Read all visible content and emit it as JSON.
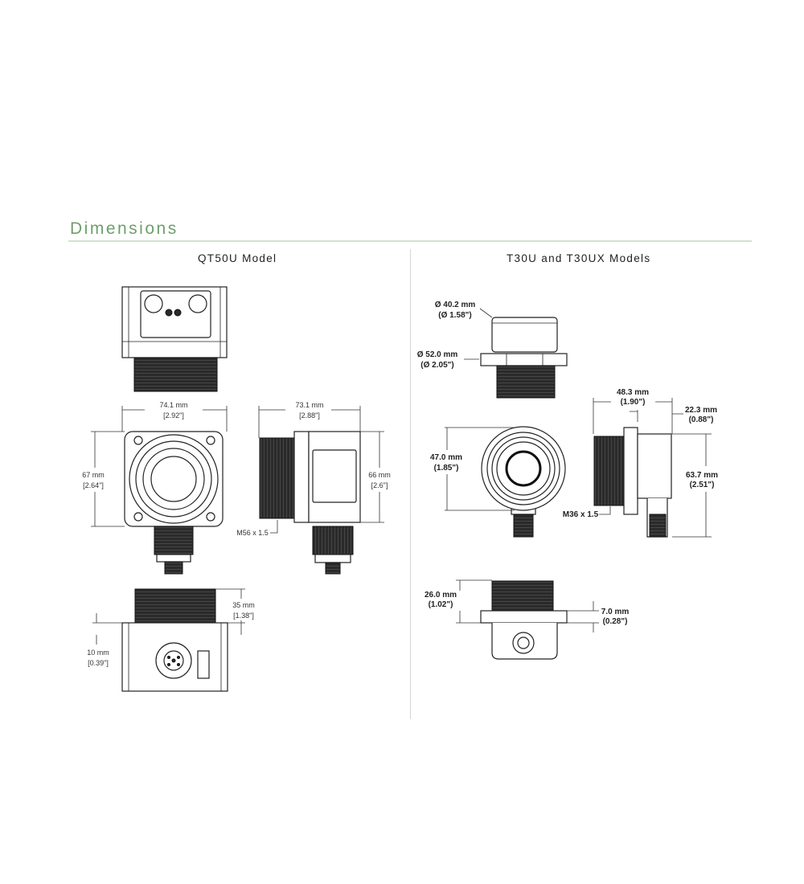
{
  "section_title": "Dimensions",
  "colors": {
    "accent": "#6e9f6e",
    "rule": "#cfe3cf"
  },
  "qt50u": {
    "title": "QT50U Model",
    "width": {
      "mm": "74.1 mm",
      "in": "[2.92\"]"
    },
    "height": {
      "mm": "67 mm",
      "in": "[2.64\"]"
    },
    "depth": {
      "mm": "73.1 mm",
      "in": "[2.88\"]"
    },
    "side_height": {
      "mm": "66 mm",
      "in": "[2.6\"]"
    },
    "thread": "M56 x 1.5",
    "thread_length": {
      "mm": "35 mm",
      "in": "[1.38\"]"
    },
    "flange": {
      "mm": "10 mm",
      "in": "[0.39\"]"
    }
  },
  "t30u": {
    "title": "T30U and T30UX Models",
    "cap_dia": {
      "mm": "Ø 40.2 mm",
      "in": "(Ø 1.58\")"
    },
    "flange_dia": {
      "mm": "Ø 52.0 mm",
      "in": "(Ø 2.05\")"
    },
    "length": {
      "mm": "48.3 mm",
      "in": "(1.90\")"
    },
    "body": {
      "mm": "22.3 mm",
      "in": "(0.88\")"
    },
    "front_height": {
      "mm": "47.0 mm",
      "in": "(1.85\")"
    },
    "side_height": {
      "mm": "63.7 mm",
      "in": "(2.51\")"
    },
    "thread": "M36 x 1.5",
    "thread_length": {
      "mm": "26.0 mm",
      "in": "(1.02\")"
    },
    "flange": {
      "mm": "7.0 mm",
      "in": "(0.28\")"
    }
  }
}
